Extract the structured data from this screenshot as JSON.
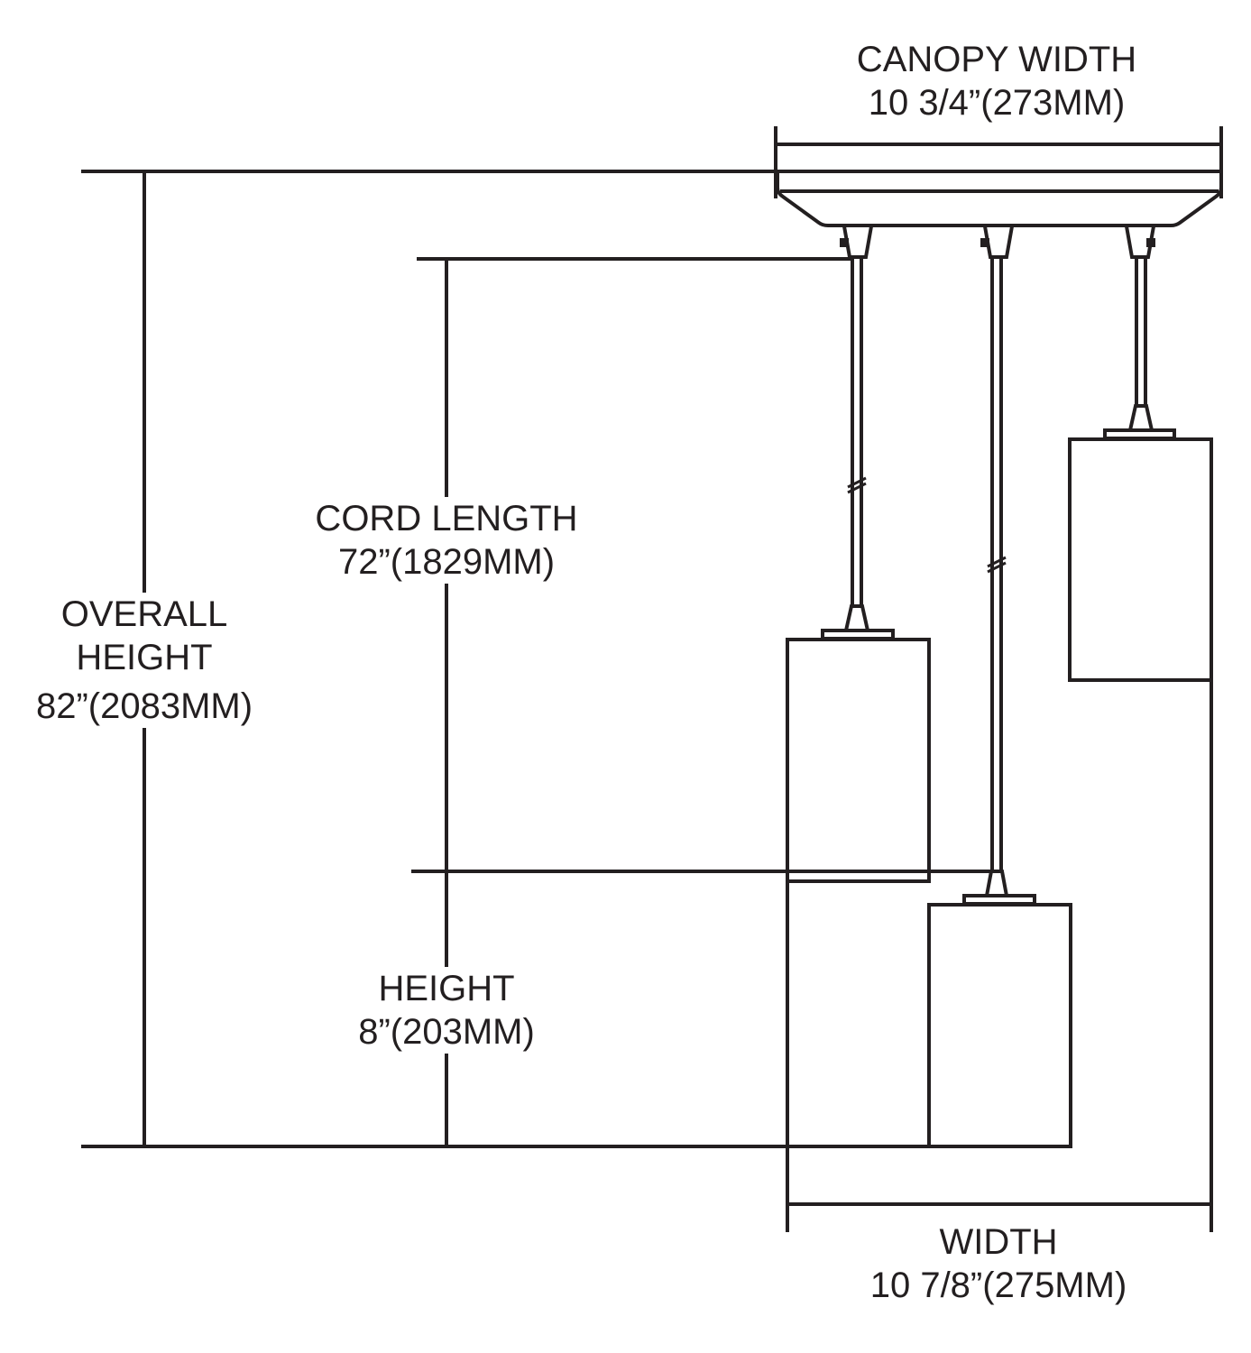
{
  "colors": {
    "line": "#231f20",
    "background": "#ffffff"
  },
  "labels": {
    "canopy_width": {
      "title": "CANOPY WIDTH",
      "value": "10 3/4”(273MM)"
    },
    "cord_length": {
      "title": "CORD LENGTH",
      "value": "72”(1829MM)"
    },
    "overall_height": {
      "title_line1": "OVERALL",
      "title_line2": "HEIGHT",
      "value": "82”(2083MM)"
    },
    "height": {
      "title": "HEIGHT",
      "value": "8”(203MM)"
    },
    "width": {
      "title": "WIDTH",
      "value": "10 7/8”(275MM)"
    }
  }
}
